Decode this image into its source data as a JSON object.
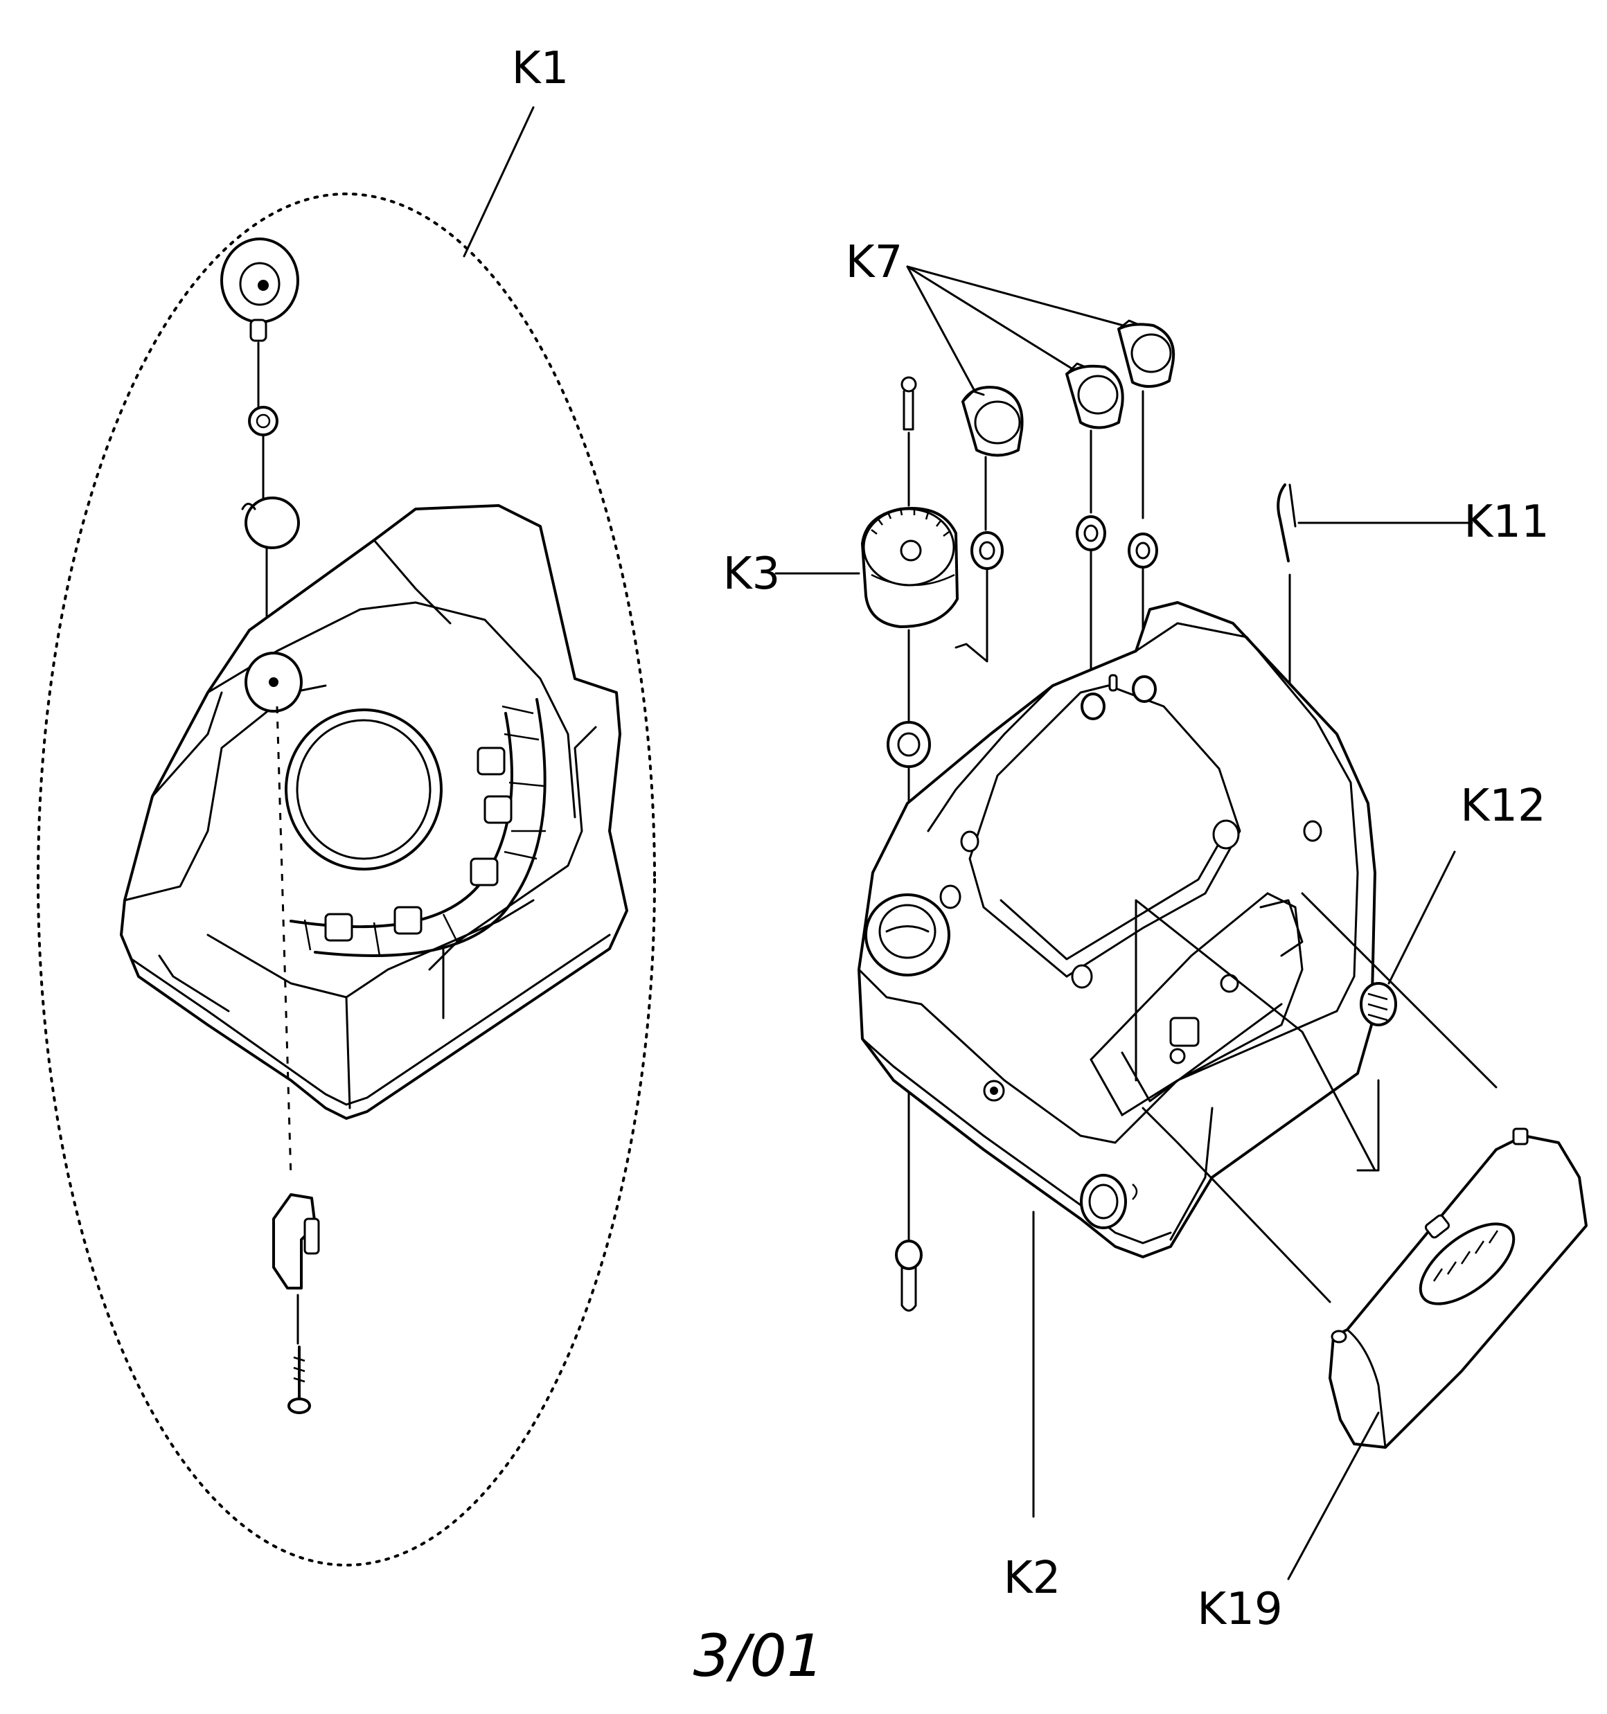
{
  "labels": {
    "k1": "K1",
    "k7": "K7",
    "k3": "K3",
    "k11": "K11",
    "k12": "K12",
    "k2": "K2",
    "k19": "K19"
  },
  "footer": {
    "date": "3/01"
  }
}
